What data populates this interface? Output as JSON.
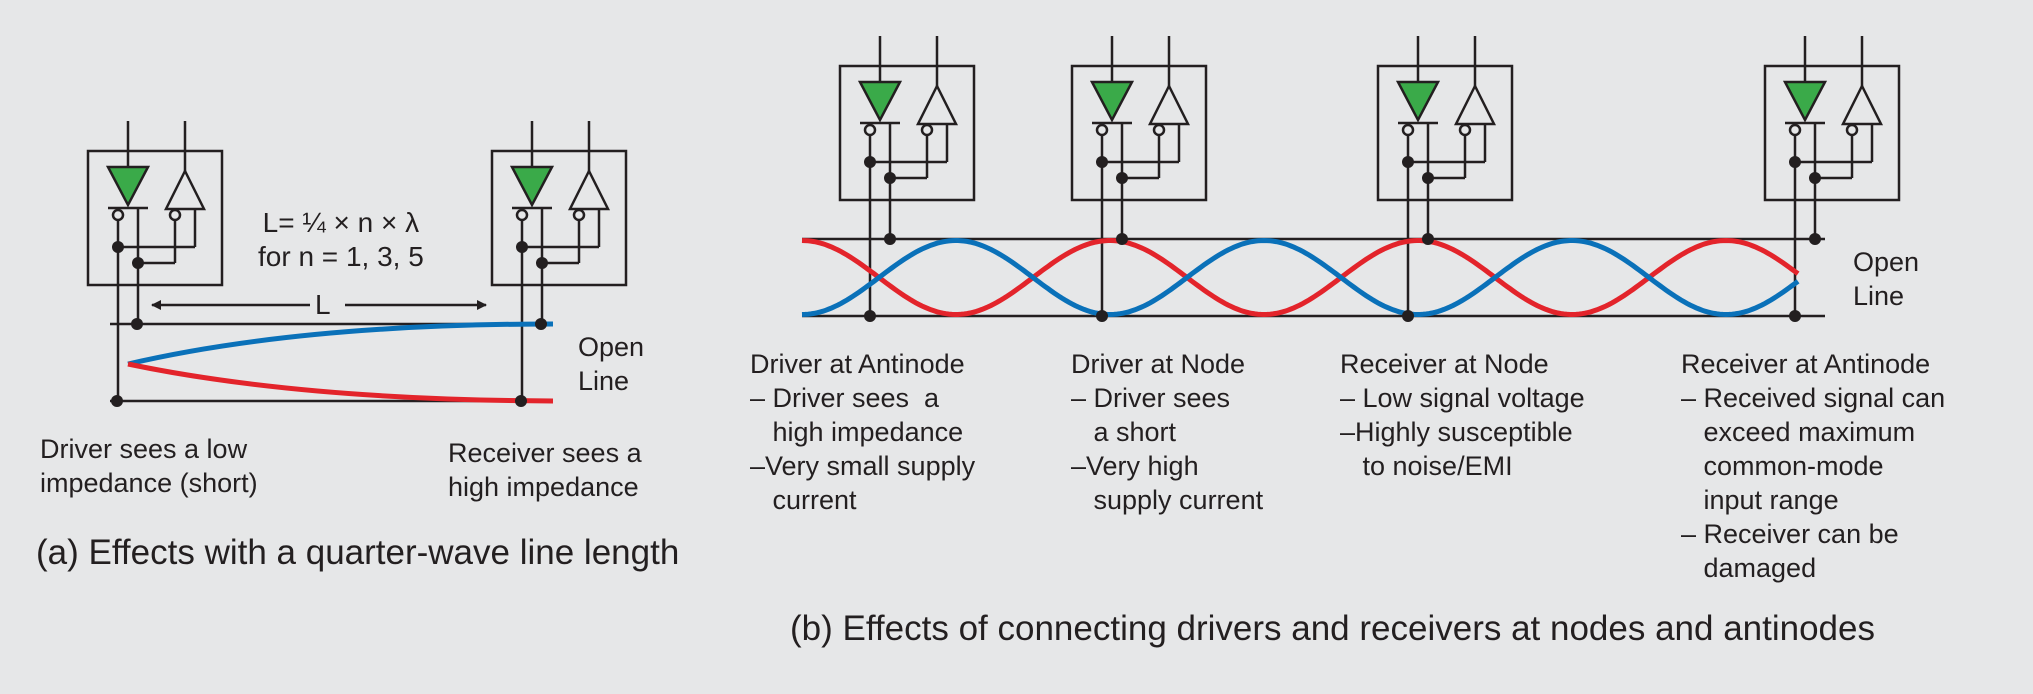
{
  "colors": {
    "background": "#e6e7e8",
    "line": "#231f20",
    "driver_fill": "#3aaa49",
    "wave_blue": "#0a71b9",
    "wave_red": "#e3242b"
  },
  "icons": {
    "driver": "driver-triangle-icon",
    "receiver": "receiver-triangle-icon"
  },
  "panel_a": {
    "formula_line1": "L=  ¼ × n × λ",
    "formula_line2": "for n = 1, 3,  5",
    "length_label": "L",
    "open_line": [
      "Open",
      "Line"
    ],
    "driver_note": [
      "Driver sees a low",
      "impedance (short)"
    ],
    "receiver_note": [
      "Receiver sees  a",
      "high  impedance"
    ],
    "caption": "(a) Effects with a quarter-wave line length"
  },
  "panel_b": {
    "open_line": [
      "Open",
      "Line"
    ],
    "notes": [
      {
        "title": "Driver at  Antinode",
        "lines": [
          "– Driver sees  a",
          "   high impedance",
          "–Very small supply",
          "   current"
        ]
      },
      {
        "title": "Driver at Node",
        "lines": [
          "– Driver sees",
          "   a short",
          "–Very high",
          "   supply current"
        ]
      },
      {
        "title": "Receiver at Node",
        "lines": [
          "– Low signal voltage",
          "–Highly susceptible",
          "   to noise/EMI"
        ]
      },
      {
        "title": "Receiver at  Antinode",
        "lines": [
          "– Received signal can",
          "   exceed maximum",
          "   common-mode",
          "   input range",
          "– Receiver can be",
          "   damaged"
        ]
      }
    ],
    "caption": "(b) Effects of connecting drivers and receivers at nodes and antinodes"
  }
}
